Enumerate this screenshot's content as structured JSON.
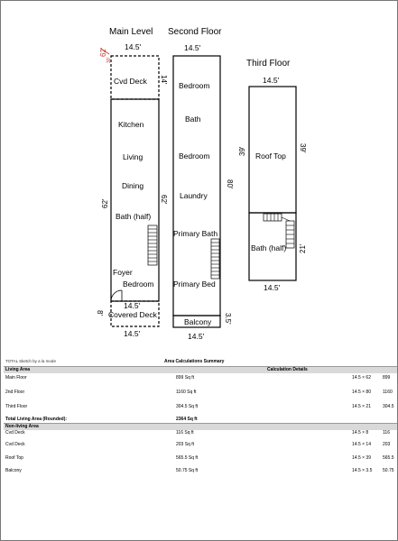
{
  "main_level": {
    "title": "Main Level",
    "top_width": "14.5'",
    "bottom_width": "14.5'",
    "mid_width": "14.5'",
    "corner_dim_a": "62'",
    "corner_dim_b": "30'",
    "left_height": "62'",
    "cvd_deck_height": "14'",
    "covered_deck_height": "8'",
    "rooms": [
      "Cvd Deck",
      "Kitchen",
      "Living",
      "Dining",
      "Bath (half)",
      "Foyer",
      "Bedroom",
      "Covered Deck"
    ]
  },
  "second_floor": {
    "title": "Second Floor",
    "top_width": "14.5'",
    "bottom_width": "14.5'",
    "left_height": "62'",
    "right_height": "80'",
    "balcony_height": "3.5'",
    "rooms": [
      "Bedroom",
      "Bath",
      "Bedroom",
      "Laundry",
      "Primary Bath",
      "Primary Bed",
      "Balcony"
    ]
  },
  "third_floor": {
    "title": "Third Floor",
    "top_width": "14.5'",
    "bottom_width": "14.5'",
    "left_height": "39'",
    "right_height": "39'",
    "bath_height": "21'",
    "rooms": [
      "Roof Top",
      "Bath (half)"
    ]
  },
  "summary": {
    "caption": "TOTAL Sketch by a la mode",
    "title": "Area Calculations Summary",
    "living_header": "Living Area",
    "details_header": "Calculation Details",
    "living_rows": [
      {
        "name": "Main Floor",
        "area": "899 Sq ft",
        "calc": "14.5 × 62",
        "result": "899"
      },
      {
        "name": "2nd Floor",
        "area": "1160 Sq ft",
        "calc": "14.5 × 80",
        "result": "1160"
      },
      {
        "name": "Third Floor",
        "area": "304.5 Sq ft",
        "calc": "14.5 × 21",
        "result": "304.5"
      }
    ],
    "total_label": "Total Living Area (Rounded):",
    "total_value": "2364 Sq ft",
    "nonliving_header": "Non-living Area",
    "nonliving_rows": [
      {
        "name": "Cvd Deck",
        "area": "116 Sq ft",
        "calc": "14.5 × 8",
        "result": "116"
      },
      {
        "name": "Cvd Deck",
        "area": "203 Sq ft",
        "calc": "14.5 × 14",
        "result": "203"
      },
      {
        "name": "Roof Top",
        "area": "565.5 Sq ft",
        "calc": "14.5 × 39",
        "result": "565.5"
      },
      {
        "name": "Balcony",
        "area": "50.75 Sq ft",
        "calc": "14.5 × 3.5",
        "result": "50.75"
      }
    ]
  }
}
